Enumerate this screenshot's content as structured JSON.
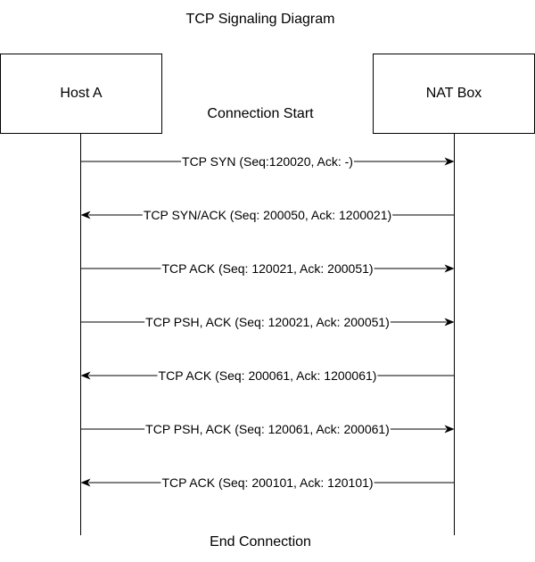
{
  "title": "TCP Signaling Diagram",
  "participants": {
    "left": "Host A",
    "right": "NAT Box"
  },
  "notes": {
    "start": "Connection Start",
    "end": "End Connection"
  },
  "messages": [
    {
      "label": "TCP SYN (Seq:120020, Ack: -)",
      "direction": "right"
    },
    {
      "label": "TCP SYN/ACK (Seq: 200050, Ack: 1200021)",
      "direction": "left"
    },
    {
      "label": "TCP ACK (Seq: 120021, Ack: 200051)",
      "direction": "right"
    },
    {
      "label": "TCP PSH, ACK (Seq: 120021, Ack: 200051)",
      "direction": "right"
    },
    {
      "label": "TCP ACK (Seq: 200061, Ack: 1200061)",
      "direction": "left"
    },
    {
      "label": "TCP PSH, ACK (Seq: 120061, Ack: 200061)",
      "direction": "right"
    },
    {
      "label": "TCP ACK (Seq: 200101, Ack: 120101)",
      "direction": "left"
    }
  ],
  "colors": {
    "line": "#000000",
    "background": "#ffffff"
  }
}
